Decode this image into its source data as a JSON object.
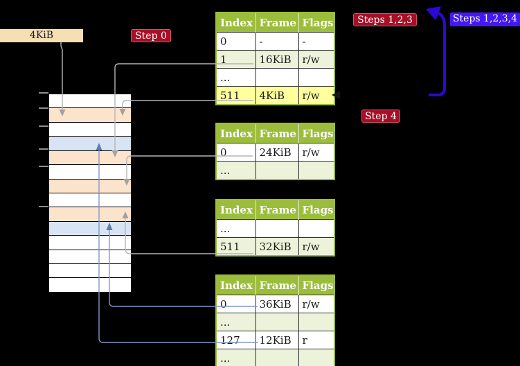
{
  "labels": {
    "page_size": "4KiB",
    "step0": "Step 0",
    "steps123": "Steps 1,2,3",
    "steps1234": "Steps 1,2,3,4",
    "step4": "Step 4"
  },
  "colors": {
    "table_header_green": "#9cbd3b",
    "table_alt_row": "#edf2da",
    "highlight_yellow": "#ffff9e",
    "page_table_frame_peach": "#fce3cb",
    "mapped_page_blue": "#d8e4f4",
    "page_size_box_wheat": "#f5dfb3",
    "step_badge_crimson": "#a80f26",
    "steps_badge_indigo": "#4418f5",
    "recursive_arrow_blue": "#2d08d5",
    "entry_arrow_steel_blue": "#7e99cb",
    "entry_arrow_gray": "#b5b5b5"
  },
  "tables": [
    {
      "headers": [
        "Index",
        "Frame",
        "Flags"
      ],
      "rows": [
        {
          "cells": [
            "0",
            "-",
            "-"
          ]
        },
        {
          "cells": [
            "1",
            "16KiB",
            "r/w"
          ]
        },
        {
          "cells": [
            "...",
            "",
            ""
          ]
        },
        {
          "cells": [
            "511",
            "4KiB",
            "r/w"
          ]
        }
      ]
    },
    {
      "headers": [
        "Index",
        "Frame",
        "Flags"
      ],
      "rows": [
        {
          "cells": [
            "0",
            "24KiB",
            "r/w"
          ]
        },
        {
          "cells": [
            "...",
            "",
            ""
          ]
        }
      ]
    },
    {
      "headers": [
        "Index",
        "Frame",
        "Flags"
      ],
      "rows": [
        {
          "cells": [
            "...",
            "",
            ""
          ]
        },
        {
          "cells": [
            "511",
            "32KiB",
            "r/w"
          ]
        }
      ]
    },
    {
      "headers": [
        "Index",
        "Frame",
        "Flags"
      ],
      "rows": [
        {
          "cells": [
            "0",
            "36KiB",
            "r/w"
          ]
        },
        {
          "cells": [
            "...",
            "",
            ""
          ]
        },
        {
          "cells": [
            "127",
            "12KiB",
            "r"
          ]
        },
        {
          "cells": [
            "...",
            "",
            ""
          ]
        }
      ]
    }
  ],
  "memory": {
    "rows": [
      "free",
      "page-table",
      "free",
      "mapped-page",
      "page-table",
      "free",
      "page-table",
      "free",
      "page-table",
      "mapped-page",
      "free",
      "free",
      "free",
      "free"
    ]
  }
}
